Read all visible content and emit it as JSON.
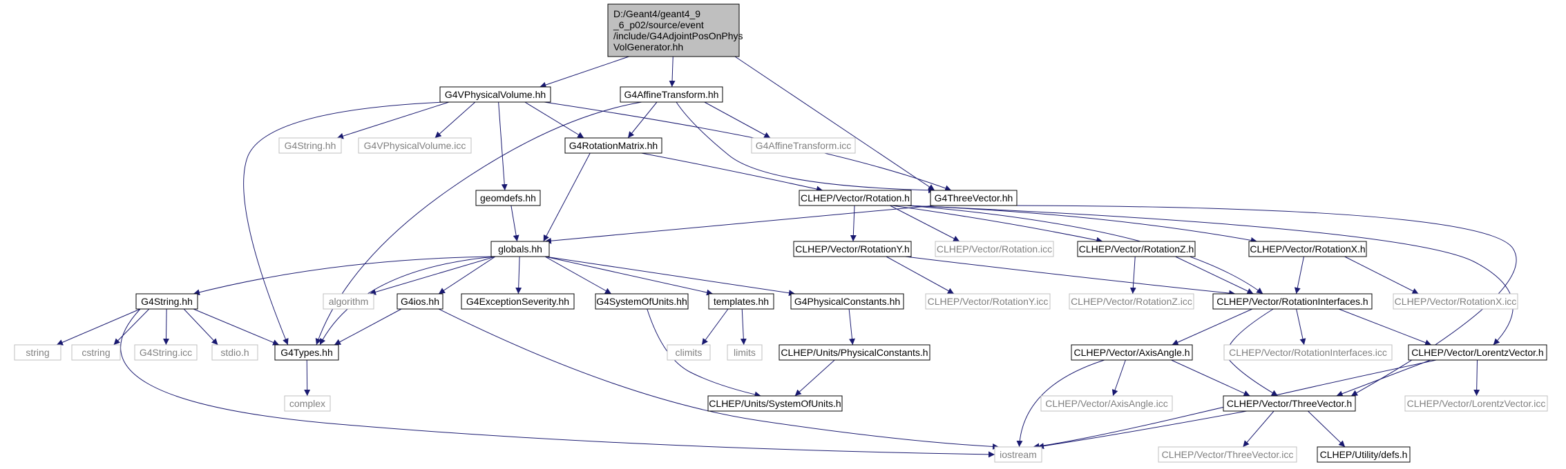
{
  "graph": {
    "colors": {
      "edge": "#191970",
      "box_border": "#000000",
      "ext_border": "#bfbfbf",
      "root_fill": "#bfbfbf",
      "text": "#000000",
      "ext_text": "#7f7f7f"
    },
    "nodes": [
      {
        "id": "root",
        "label": [
          "D:/Geant4/geant4_9",
          "_6_p02/source/event",
          "/include/G4AdjointPosOnPhys",
          "VolGenerator.hh"
        ],
        "kind": "root"
      },
      {
        "id": "vphys",
        "label": [
          "G4VPhysicalVolume.hh"
        ],
        "kind": "box"
      },
      {
        "id": "affine",
        "label": [
          "G4AffineTransform.hh"
        ],
        "kind": "box"
      },
      {
        "id": "g4string_ext",
        "label": [
          "G4String.hh"
        ],
        "kind": "ext"
      },
      {
        "id": "vphys_icc",
        "label": [
          "G4VPhysicalVolume.icc"
        ],
        "kind": "ext"
      },
      {
        "id": "rotmatrix",
        "label": [
          "G4RotationMatrix.hh"
        ],
        "kind": "box"
      },
      {
        "id": "affine_icc",
        "label": [
          "G4AffineTransform.icc"
        ],
        "kind": "ext"
      },
      {
        "id": "threevector",
        "label": [
          "G4ThreeVector.hh"
        ],
        "kind": "box"
      },
      {
        "id": "geomdefs",
        "label": [
          "geomdefs.hh"
        ],
        "kind": "box"
      },
      {
        "id": "rotation",
        "label": [
          "CLHEP/Vector/Rotation.h"
        ],
        "kind": "box"
      },
      {
        "id": "globals",
        "label": [
          "globals.hh"
        ],
        "kind": "box"
      },
      {
        "id": "rotation_icc",
        "label": [
          "CLHEP/Vector/Rotation.icc"
        ],
        "kind": "ext"
      },
      {
        "id": "rotationy",
        "label": [
          "CLHEP/Vector/RotationY.h"
        ],
        "kind": "box"
      },
      {
        "id": "rotationz",
        "label": [
          "CLHEP/Vector/RotationZ.h"
        ],
        "kind": "box"
      },
      {
        "id": "rotationx",
        "label": [
          "CLHEP/Vector/RotationX.h"
        ],
        "kind": "box"
      },
      {
        "id": "g4string",
        "label": [
          "G4String.hh"
        ],
        "kind": "box"
      },
      {
        "id": "algorithm",
        "label": [
          "algorithm"
        ],
        "kind": "ext"
      },
      {
        "id": "g4ios",
        "label": [
          "G4ios.hh"
        ],
        "kind": "box"
      },
      {
        "id": "exception",
        "label": [
          "G4ExceptionSeverity.hh"
        ],
        "kind": "box"
      },
      {
        "id": "sysunits",
        "label": [
          "G4SystemOfUnits.hh"
        ],
        "kind": "box"
      },
      {
        "id": "templates",
        "label": [
          "templates.hh"
        ],
        "kind": "box"
      },
      {
        "id": "physconst",
        "label": [
          "G4PhysicalConstants.hh"
        ],
        "kind": "box"
      },
      {
        "id": "rotationy_icc",
        "label": [
          "CLHEP/Vector/RotationY.icc"
        ],
        "kind": "ext"
      },
      {
        "id": "rotinterfaces",
        "label": [
          "CLHEP/Vector/RotationInterfaces.h"
        ],
        "kind": "box"
      },
      {
        "id": "rotationz_icc",
        "label": [
          "CLHEP/Vector/RotationZ.icc"
        ],
        "kind": "ext"
      },
      {
        "id": "rotationx_icc",
        "label": [
          "CLHEP/Vector/RotationX.icc"
        ],
        "kind": "ext"
      },
      {
        "id": "string",
        "label": [
          "string"
        ],
        "kind": "ext"
      },
      {
        "id": "cstring",
        "label": [
          "cstring"
        ],
        "kind": "ext"
      },
      {
        "id": "g4string_icc",
        "label": [
          "G4String.icc"
        ],
        "kind": "ext"
      },
      {
        "id": "stdio",
        "label": [
          "stdio.h"
        ],
        "kind": "ext"
      },
      {
        "id": "g4types",
        "label": [
          "G4Types.hh"
        ],
        "kind": "box"
      },
      {
        "id": "climits",
        "label": [
          "climits"
        ],
        "kind": "ext"
      },
      {
        "id": "limits",
        "label": [
          "limits"
        ],
        "kind": "ext"
      },
      {
        "id": "clhep_physconst",
        "label": [
          "CLHEP/Units/PhysicalConstants.h"
        ],
        "kind": "box"
      },
      {
        "id": "axisangle",
        "label": [
          "CLHEP/Vector/AxisAngle.h"
        ],
        "kind": "box"
      },
      {
        "id": "rotinterfaces_icc",
        "label": [
          "CLHEP/Vector/RotationInterfaces.icc"
        ],
        "kind": "ext"
      },
      {
        "id": "lorentz",
        "label": [
          "CLHEP/Vector/LorentzVector.h"
        ],
        "kind": "box"
      },
      {
        "id": "complex",
        "label": [
          "complex"
        ],
        "kind": "ext"
      },
      {
        "id": "clhep_sysunits",
        "label": [
          "CLHEP/Units/SystemOfUnits.h"
        ],
        "kind": "box"
      },
      {
        "id": "axisangle_icc",
        "label": [
          "CLHEP/Vector/AxisAngle.icc"
        ],
        "kind": "ext"
      },
      {
        "id": "clhep_threevector",
        "label": [
          "CLHEP/Vector/ThreeVector.h"
        ],
        "kind": "box"
      },
      {
        "id": "lorentz_icc",
        "label": [
          "CLHEP/Vector/LorentzVector.icc"
        ],
        "kind": "ext"
      },
      {
        "id": "iostream",
        "label": [
          "iostream"
        ],
        "kind": "ext"
      },
      {
        "id": "threevector_icc",
        "label": [
          "CLHEP/Vector/ThreeVector.icc"
        ],
        "kind": "ext"
      },
      {
        "id": "defs",
        "label": [
          "CLHEP/Utility/defs.h"
        ],
        "kind": "box"
      }
    ],
    "edges": [
      [
        "root",
        "vphys"
      ],
      [
        "root",
        "affine"
      ],
      [
        "root",
        "threevector"
      ],
      [
        "vphys",
        "g4string_ext"
      ],
      [
        "vphys",
        "vphys_icc"
      ],
      [
        "vphys",
        "rotmatrix"
      ],
      [
        "vphys",
        "threevector"
      ],
      [
        "vphys",
        "geomdefs"
      ],
      [
        "vphys",
        "g4types"
      ],
      [
        "affine",
        "rotmatrix"
      ],
      [
        "affine",
        "affine_icc"
      ],
      [
        "affine",
        "threevector"
      ],
      [
        "affine",
        "g4types"
      ],
      [
        "rotmatrix",
        "rotation"
      ],
      [
        "rotmatrix",
        "globals"
      ],
      [
        "geomdefs",
        "globals"
      ],
      [
        "threevector",
        "clhep_threevector"
      ],
      [
        "threevector",
        "globals"
      ],
      [
        "rotation",
        "rotation_icc"
      ],
      [
        "rotation",
        "rotationy"
      ],
      [
        "rotation",
        "rotationz"
      ],
      [
        "rotation",
        "rotationx"
      ],
      [
        "rotation",
        "rotinterfaces"
      ],
      [
        "rotation",
        "lorentz"
      ],
      [
        "globals",
        "g4string"
      ],
      [
        "globals",
        "algorithm"
      ],
      [
        "globals",
        "g4ios"
      ],
      [
        "globals",
        "exception"
      ],
      [
        "globals",
        "sysunits"
      ],
      [
        "globals",
        "templates"
      ],
      [
        "globals",
        "physconst"
      ],
      [
        "globals",
        "g4types"
      ],
      [
        "rotationy",
        "rotationy_icc"
      ],
      [
        "rotationy",
        "rotinterfaces"
      ],
      [
        "rotationz",
        "rotationz_icc"
      ],
      [
        "rotationz",
        "rotinterfaces"
      ],
      [
        "rotationx",
        "rotationx_icc"
      ],
      [
        "rotationx",
        "rotinterfaces"
      ],
      [
        "g4string",
        "string"
      ],
      [
        "g4string",
        "cstring"
      ],
      [
        "g4string",
        "g4string_icc"
      ],
      [
        "g4string",
        "stdio"
      ],
      [
        "g4string",
        "g4types"
      ],
      [
        "g4string",
        "iostream"
      ],
      [
        "g4ios",
        "g4types"
      ],
      [
        "g4ios",
        "iostream"
      ],
      [
        "templates",
        "climits"
      ],
      [
        "templates",
        "limits"
      ],
      [
        "sysunits",
        "clhep_sysunits"
      ],
      [
        "physconst",
        "clhep_physconst"
      ],
      [
        "clhep_physconst",
        "clhep_sysunits"
      ],
      [
        "g4types",
        "complex"
      ],
      [
        "rotinterfaces",
        "axisangle"
      ],
      [
        "rotinterfaces",
        "rotinterfaces_icc"
      ],
      [
        "rotinterfaces",
        "lorentz"
      ],
      [
        "rotinterfaces",
        "clhep_threevector"
      ],
      [
        "axisangle",
        "axisangle_icc"
      ],
      [
        "axisangle",
        "clhep_threevector"
      ],
      [
        "axisangle",
        "iostream"
      ],
      [
        "lorentz",
        "lorentz_icc"
      ],
      [
        "lorentz",
        "clhep_threevector"
      ],
      [
        "lorentz",
        "iostream"
      ],
      [
        "clhep_threevector",
        "iostream"
      ],
      [
        "clhep_threevector",
        "threevector_icc"
      ],
      [
        "clhep_threevector",
        "defs"
      ]
    ]
  }
}
